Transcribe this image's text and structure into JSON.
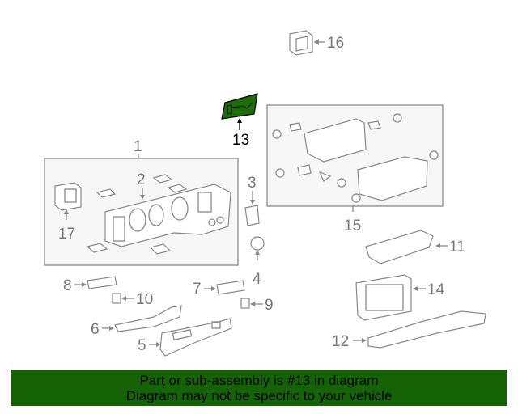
{
  "diagram": {
    "callouts": [
      "1",
      "2",
      "3",
      "4",
      "5",
      "6",
      "7",
      "8",
      "9",
      "10",
      "11",
      "12",
      "13",
      "14",
      "15",
      "16",
      "17"
    ],
    "highlighted_part": "13",
    "highlight_color": "#1d6b0a"
  },
  "banner": {
    "line1": "Part or sub-assembly is #13 in diagram",
    "line2": "Diagram may not be specific to your vehicle",
    "background": "#156306"
  }
}
